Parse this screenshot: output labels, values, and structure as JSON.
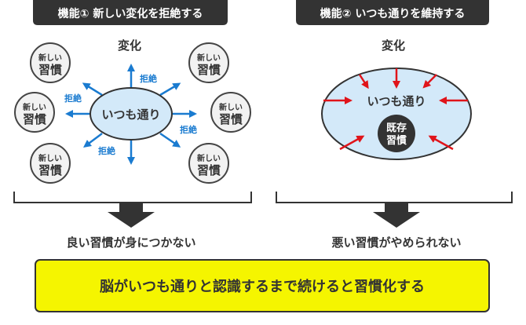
{
  "left": {
    "header": "機能① 新しい変化を拒絶する",
    "change_label": "変化",
    "center": "いつも通り",
    "habit_line1": "新しい",
    "habit_line2": "習慣",
    "reject": "拒絶",
    "result": "良い習慣が身につかない"
  },
  "right": {
    "header": "機能② いつも通りを維持する",
    "change_label": "変化",
    "center": "いつも通り",
    "core_line1": "既存",
    "core_line2": "習慣",
    "result": "悪い習慣がやめられない"
  },
  "conclusion": "脳がいつも通りと認識するまで続けると習慣化する",
  "colors": {
    "blue": "#1a7bd0",
    "red": "#e0141a",
    "yellow": "#f5f500",
    "dark": "#333333",
    "ellipse": "#d3e9f9"
  }
}
